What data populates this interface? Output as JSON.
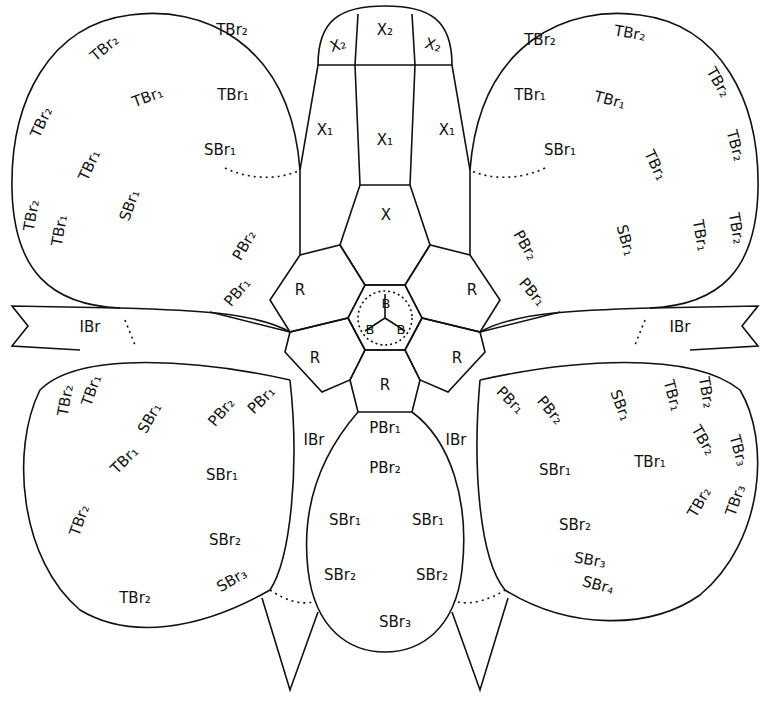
{
  "diagram": {
    "labels": [
      "X₂",
      "X₂",
      "X₂",
      "X₁",
      "X₁",
      "X₁",
      "X",
      "R",
      "R",
      "B",
      "B",
      "B",
      "R",
      "R",
      "R",
      "TBr₂",
      "TBr₂",
      "TBr₁",
      "TBr₁",
      "SBr₁",
      "TBr₂",
      "TBr₁",
      "SBr₁",
      "TBr₂",
      "TBr₁",
      "PBr₂",
      "PBr₁",
      "IBr",
      "IBr",
      "TBr₂",
      "TBr₂",
      "TBr₁",
      "TBr₁",
      "TBr₂",
      "SBr₁",
      "TBr₁",
      "TBr₂",
      "PBr₂",
      "SBr₁",
      "TBr₁",
      "TBr₂",
      "PBr₁",
      "TBr₂",
      "TBr₁",
      "SBr₁",
      "PBr₂",
      "PBr₁",
      "IBr",
      "TBr₁",
      "SBr₁",
      "TBr₂",
      "SBr₂",
      "TBr₂",
      "SBr₃",
      "PBr₁",
      "PBr₂",
      "SBr₁",
      "SBr₁",
      "SBr₂",
      "SBr₂",
      "SBr₃",
      "IBr",
      "PBr₁",
      "PBr₂",
      "SBr₁",
      "TBr₁",
      "TBr₂",
      "SBr₁",
      "TBr₁",
      "TBr₂",
      "TBr₃",
      "TBr₂",
      "TBr₃",
      "SBr₂",
      "SBr₃",
      "SBr₄"
    ]
  }
}
